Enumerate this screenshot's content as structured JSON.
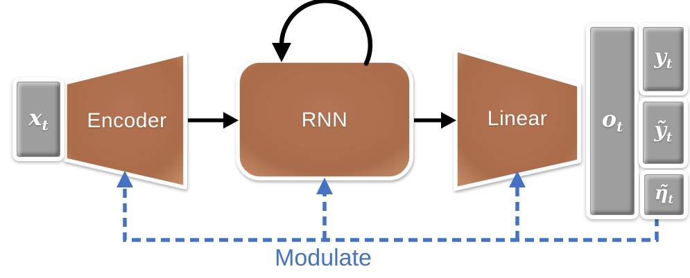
{
  "diagram": {
    "blocks": {
      "input": {
        "main": "x",
        "sub": "t"
      },
      "encoder": {
        "label": "Encoder"
      },
      "rnn": {
        "label": "RNN"
      },
      "linear": {
        "label": "Linear"
      },
      "output_bar": {
        "main": "o",
        "sub": "t"
      },
      "outputs": [
        {
          "main": "y",
          "sub": "t"
        },
        {
          "main": "ỹ",
          "sub": "t"
        },
        {
          "main": "η̃",
          "sub": "t"
        }
      ]
    },
    "modulate_label": "Modulate",
    "connections": {
      "black_arrows": [
        "encoder-to-rnn",
        "rnn-to-linear"
      ],
      "self_loop": "rnn-recurrent-loop",
      "dashed_modulate_targets": [
        "encoder",
        "rnn",
        "linear"
      ],
      "dashed_modulate_source": "eta-t-output"
    },
    "colors": {
      "block_fill_brown": "#AC6E4B",
      "block_rim_brown": "#C9946F",
      "box_gray": "#9E9E9E",
      "border_white": "#FFFFFF",
      "arrow_black": "#000000",
      "modulate_blue": "#4472C4"
    }
  }
}
